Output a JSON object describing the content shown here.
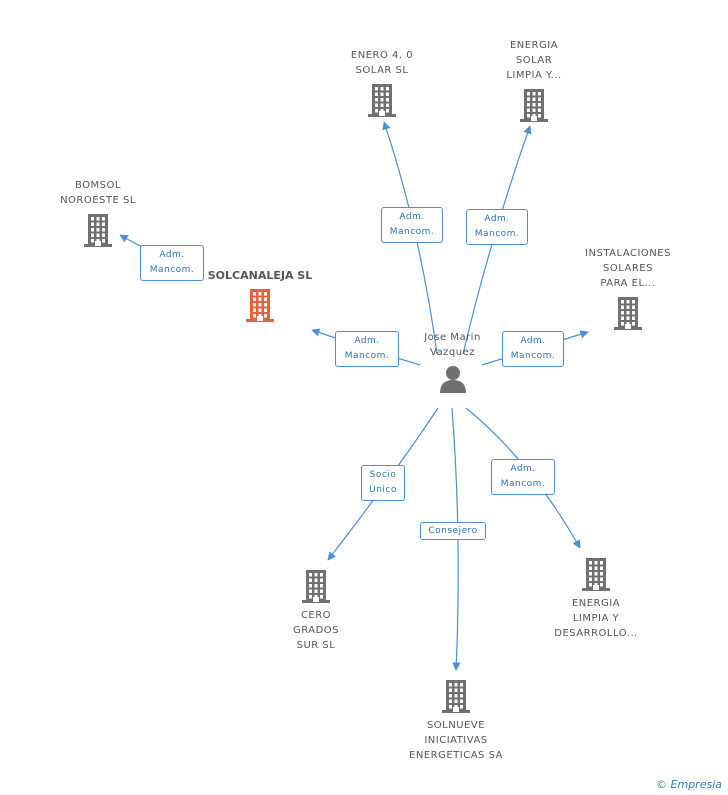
{
  "center": {
    "label": "Jose Marin\nVazquez"
  },
  "companies": [
    {
      "id": "enero",
      "label": "ENERO 4. 0\nSOLAR SL",
      "color": "#707070"
    },
    {
      "id": "energia-solar",
      "label": "ENERGIA\nSOLAR\nLIMPIA Y...",
      "color": "#707070"
    },
    {
      "id": "bomsol",
      "label": "BOMSOL\nNOROESTE SL",
      "color": "#707070"
    },
    {
      "id": "solcanaleja",
      "label": "SOLCANALEJA SL",
      "color": "#e8603c",
      "main": true
    },
    {
      "id": "instalaciones",
      "label": "INSTALACIONES\nSOLARES\nPARA EL...",
      "color": "#707070"
    },
    {
      "id": "cero",
      "label": "CERO\nGRADOS\nSUR SL",
      "color": "#707070"
    },
    {
      "id": "solnueve",
      "label": "SOLNUEVE\nINICIATIVAS\nENERGETICAS SA",
      "color": "#707070"
    },
    {
      "id": "energia-limpia",
      "label": "ENERGIA\nLIMPIA Y\nDESARROLLO...",
      "color": "#707070"
    }
  ],
  "edges": [
    {
      "to": "enero",
      "label": "Adm.\nMancom."
    },
    {
      "to": "energia-solar",
      "label": "Adm.\nMancom."
    },
    {
      "to": "bomsol",
      "label": "Adm.\nMancom."
    },
    {
      "to": "solcanaleja",
      "label": "Adm.\nMancom."
    },
    {
      "to": "instalaciones",
      "label": "Adm.\nMancom."
    },
    {
      "to": "cero",
      "label": "Socio\nÚnico"
    },
    {
      "to": "solnueve",
      "label": "Consejero"
    },
    {
      "to": "energia-limpia",
      "label": "Adm.\nMancom."
    }
  ],
  "footer": {
    "copyright": "©",
    "brand": "Empresia"
  },
  "colors": {
    "edge": "#4a8fd6",
    "person": "#707070"
  }
}
